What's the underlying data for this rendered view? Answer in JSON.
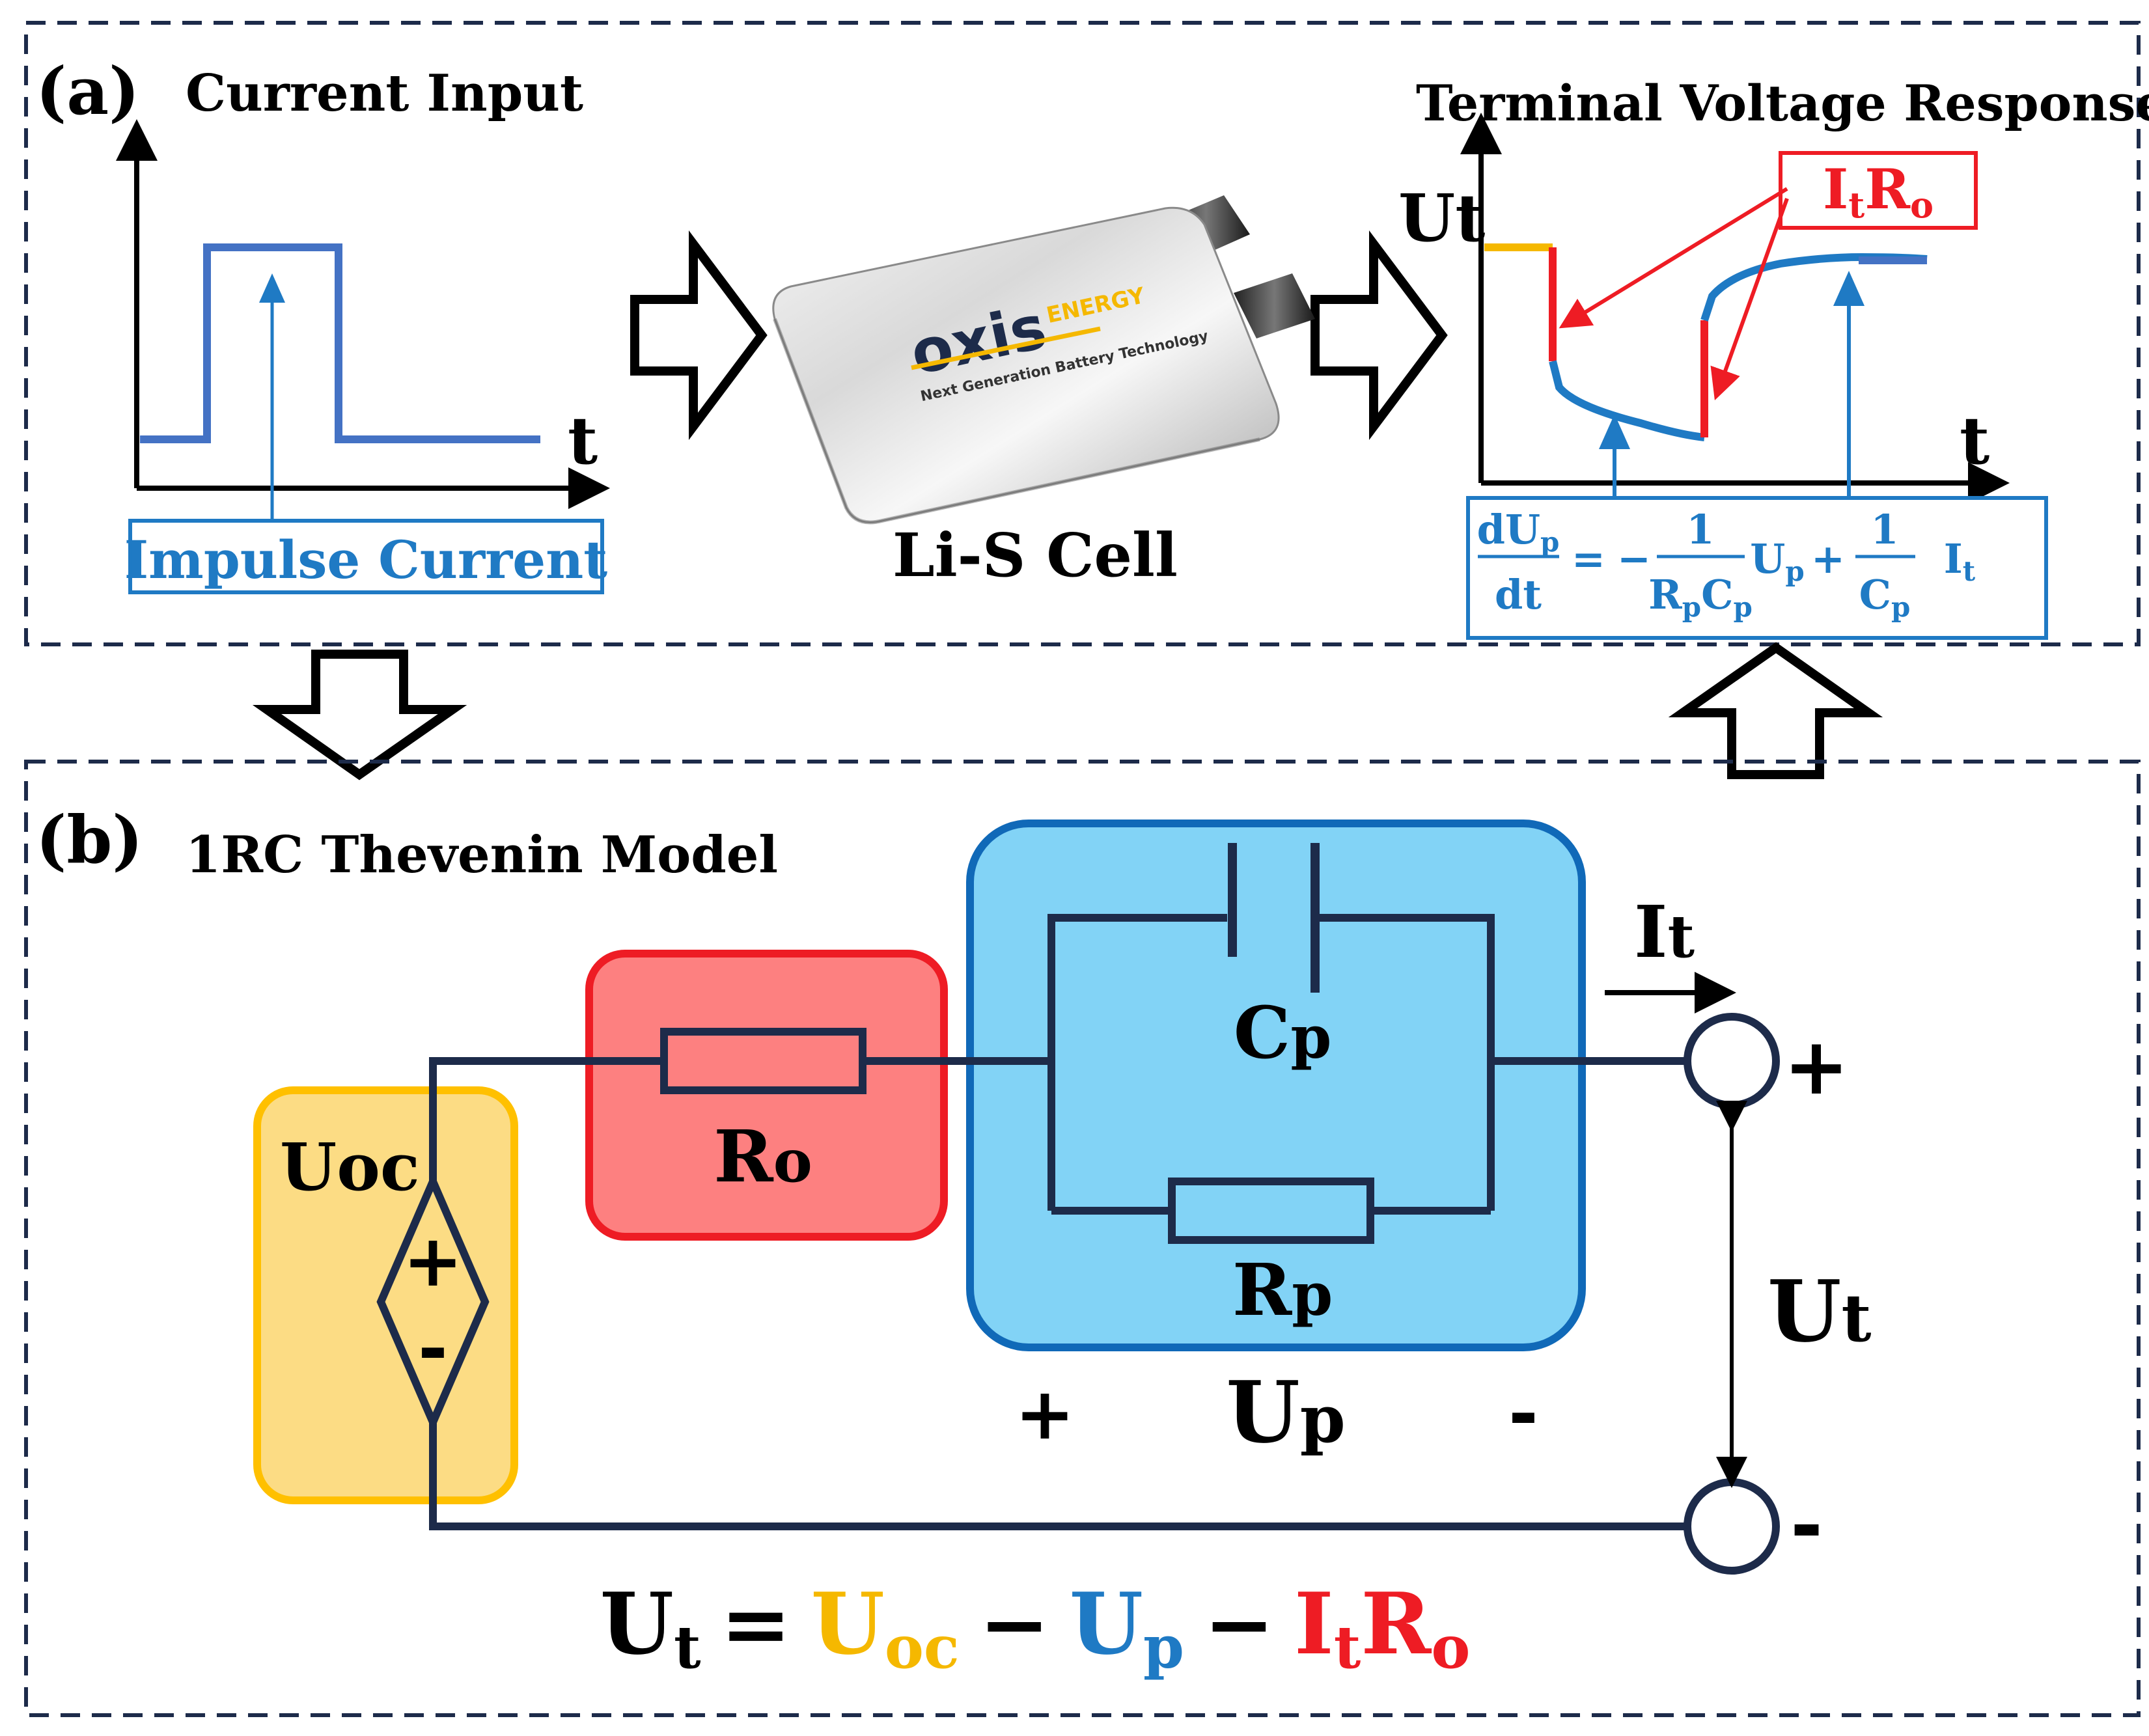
{
  "panel_a": {
    "label": "(a)",
    "current_input": {
      "title": "Current Input",
      "t_label": "t",
      "impulse_label": "Impulse Current"
    },
    "cell": {
      "brand": "oxis",
      "brand_sub": "ENERGY",
      "tagline": "Next Generation Battery Technology",
      "label": "Li-S Cell"
    },
    "voltage_response": {
      "title": "Terminal Voltage Response",
      "y_label": "Ut",
      "t_label": "t",
      "ohmic_box": {
        "I": "I",
        "t": "t",
        "R": "R",
        "o": "o"
      },
      "equation": {
        "lhs_num": "dU",
        "lhs_num_sub": "p",
        "lhs_den": "dt",
        "eq": "=",
        "minus": "−",
        "frac1_num": "1",
        "frac1_den_R": "R",
        "frac1_den_R_sub": "p",
        "frac1_den_C": "C",
        "frac1_den_C_sub": "p",
        "Up": "U",
        "Up_sub": "p",
        "plus": "+",
        "frac2_num": "1",
        "frac2_den": "C",
        "frac2_den_sub": "p",
        "It": "I",
        "It_sub": "t"
      }
    }
  },
  "panel_b": {
    "label": "(b)",
    "title": "1RC Thevenin Model",
    "uoc": "Uoc",
    "source_plus": "+",
    "source_minus": "-",
    "ro": {
      "main": "R",
      "sub": "o"
    },
    "cp": {
      "main": "C",
      "sub": "p"
    },
    "rp": {
      "main": "R",
      "sub": "p"
    },
    "current": {
      "main": "I",
      "sub": "t"
    },
    "terminal_plus": "+",
    "terminal_minus": "-",
    "ut": {
      "main": "U",
      "sub": "t"
    },
    "up": {
      "plus": "+",
      "main": "U",
      "sub": "p",
      "minus": "-"
    },
    "equation": {
      "ut": "U",
      "ut_sub": "t",
      "eq": "=",
      "uoc": "U",
      "uoc_sub": "oc",
      "minus1": "−",
      "up": "U",
      "up_sub": "p",
      "minus2": "−",
      "it": "I",
      "it_sub": "t",
      "ro": "R",
      "ro_sub": "o"
    }
  },
  "colors": {
    "dark_navy": "#1d2b4a",
    "impulse_blue": "#4472c4",
    "label_blue": "#1f7ac4",
    "red": "#ee1c24",
    "orange": "#f5b800",
    "uoc_fill": "#fcdc84",
    "uoc_border": "#ffc000",
    "ro_fill": "#fd8080",
    "rc_fill": "#82d3f6",
    "rc_border": "#1069b8"
  }
}
